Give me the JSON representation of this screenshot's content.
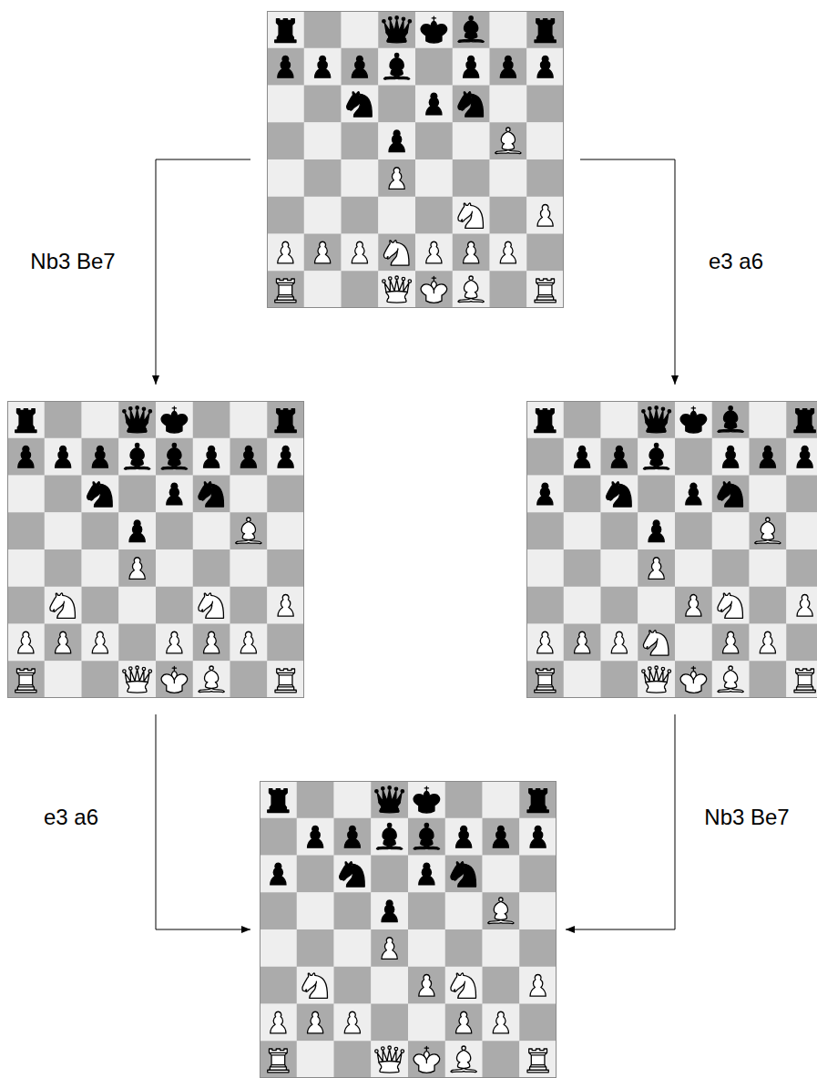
{
  "diagram": {
    "nodes": [
      {
        "text": []
      },
      {
        "text": []
      },
      {
        "text": []
      },
      {
        "text": []
      }
    ],
    "edges": [
      {
        "from": 0,
        "to": 1,
        "arrow": "to",
        "label": "Nb3 Be7"
      },
      {
        "from": 0,
        "to": 2,
        "arrow": "to",
        "label": "e3 a6"
      },
      {
        "from": 1,
        "to": 3,
        "arrow": "to",
        "label": "e3 a6"
      },
      {
        "from": 2,
        "to": 3,
        "arrow": "to",
        "label": "Nb3 Be7"
      }
    ]
  }
}
